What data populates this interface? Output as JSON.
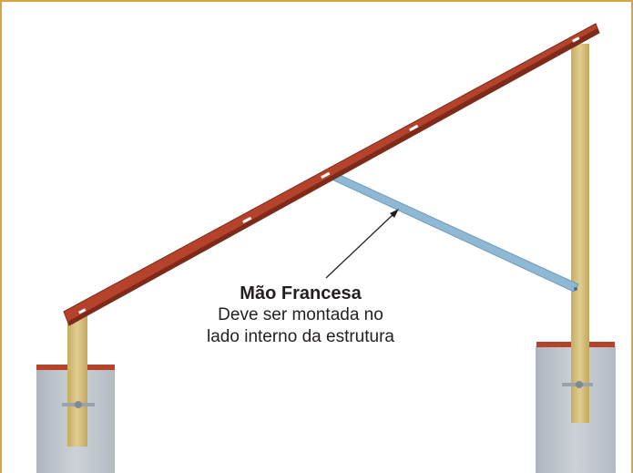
{
  "annotation": {
    "title": "Mão Francesa",
    "line1": "Deve ser montada no",
    "line2": "lado interno da estrutura"
  },
  "colors": {
    "frame": "#d9a441",
    "beam": "#b5432b",
    "beam_dark": "#7d2a1a",
    "post": "#d6bf7c",
    "brace": "#8fb8d4",
    "pier": "#c2c8cf"
  },
  "icons": [
    "arrow-icon",
    "bolt-icon"
  ]
}
